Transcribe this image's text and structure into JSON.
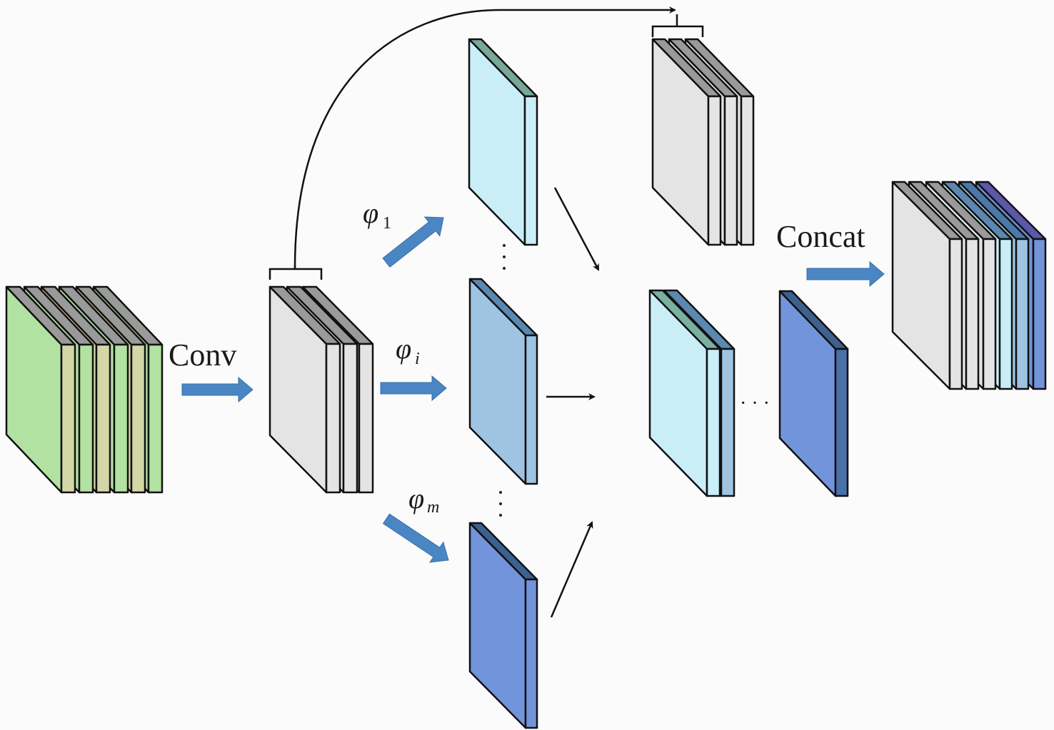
{
  "labels": {
    "conv": "Conv",
    "concat": "Concat",
    "phi_1": "φ",
    "phi_1_sub": "1",
    "phi_i": "φ",
    "phi_i_sub": "i",
    "phi_m": "φ",
    "phi_m_sub": "m",
    "ellipsis": "· · ·"
  },
  "colors": {
    "green": "#b2e2a2",
    "khaki": "#d3d6a6",
    "grey": "#e4e4e4",
    "top_grey": "#9a9a9a",
    "light_cyan": "#c9eef8",
    "mid_blue": "#9fc4e2",
    "dark_blue": "#7294da",
    "arrow_blue": "#4a86c4"
  }
}
